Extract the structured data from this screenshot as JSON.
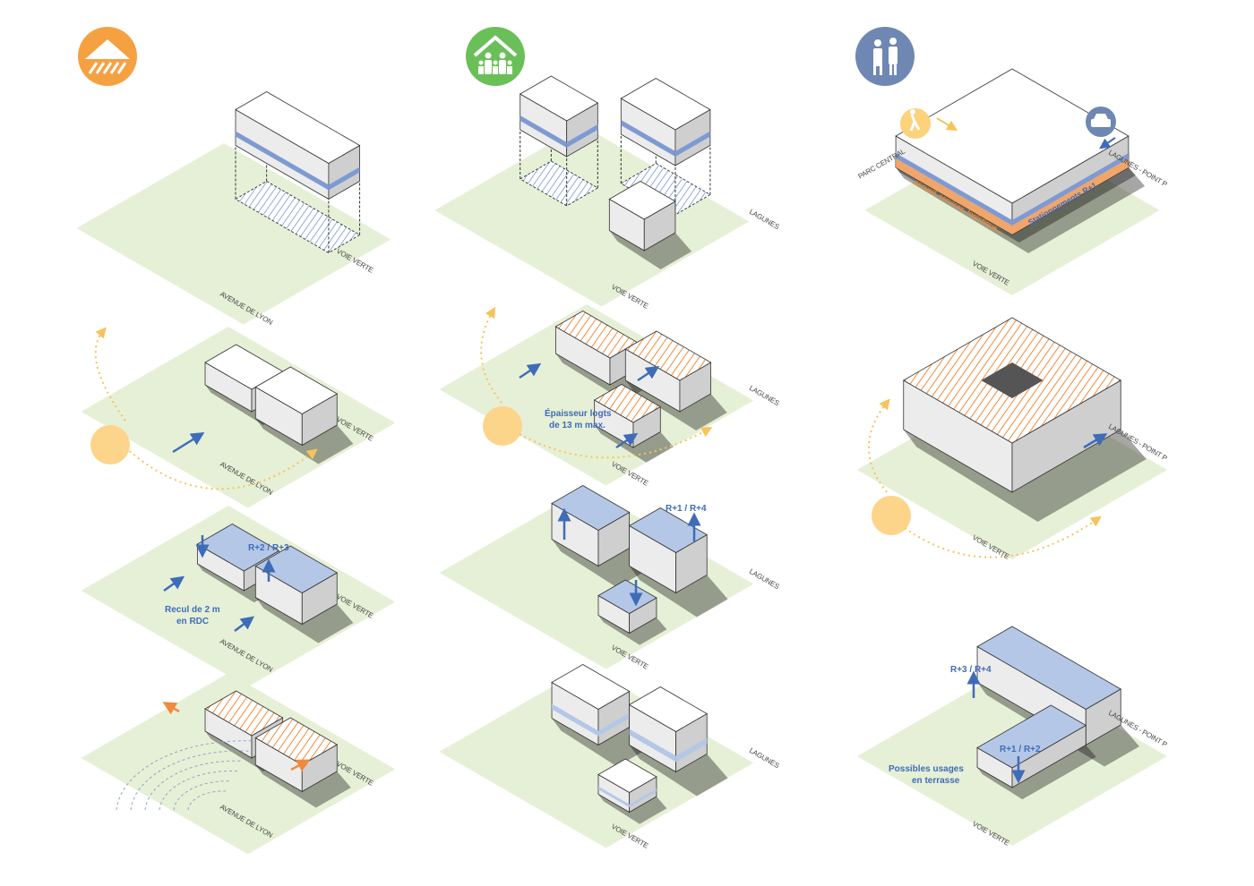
{
  "colors": {
    "orange": "#f5a142",
    "green": "#6bbf59",
    "slate": "#6f87b3",
    "ground": "#e6f0d6",
    "blue": "#b4c7e7",
    "arrow": "#3f6cb8",
    "sun": "#fdd58a"
  },
  "columns": [
    {
      "icon": "housing-roof-icon",
      "panels": [
        {
          "roads": [
            "VOIE VERTE",
            "AVENUE DE LYON"
          ]
        },
        {
          "roads": [
            "VOIE VERTE",
            "AVENUE DE LYON"
          ]
        },
        {
          "roads": [
            "VOIE VERTE",
            "AVENUE DE LYON"
          ],
          "labels": [
            "R+2 / R+3",
            "Recul de 2 m",
            "en RDC"
          ]
        },
        {
          "roads": [
            "VOIE VERTE",
            "AVENUE DE LYON"
          ]
        }
      ]
    },
    {
      "icon": "family-house-icon",
      "panels": [
        {
          "roads": [
            "LAGUNES",
            "VOIE VERTE"
          ]
        },
        {
          "roads": [
            "LAGUNES",
            "VOIE VERTE"
          ],
          "labels": [
            "Épaisseur logts",
            "de 13 m max."
          ]
        },
        {
          "roads": [
            "LAGUNES",
            "VOIE VERTE"
          ],
          "labels": [
            "R+1 / R+4"
          ]
        },
        {
          "roads": [
            "LAGUNES",
            "VOIE VERTE"
          ]
        }
      ]
    },
    {
      "icon": "care-elderly-icon",
      "panels": [
        {
          "roads": [
            "PARC CENTRAL",
            "LAGUNES - POINT P",
            "VOIE VERTE"
          ],
          "labels": [
            "accueil, services, logistique...",
            "Stationnements R+1"
          ]
        },
        {
          "roads": [
            "LAGUNES - POINT P",
            "VOIE VERTE"
          ]
        },
        {
          "roads": [
            "LAGUNES - POINT P",
            "VOIE VERTE"
          ],
          "labels": [
            "R+3 / R+4",
            "R+1 / R+2",
            "Possibles usages",
            "en terrasse"
          ]
        }
      ]
    }
  ]
}
